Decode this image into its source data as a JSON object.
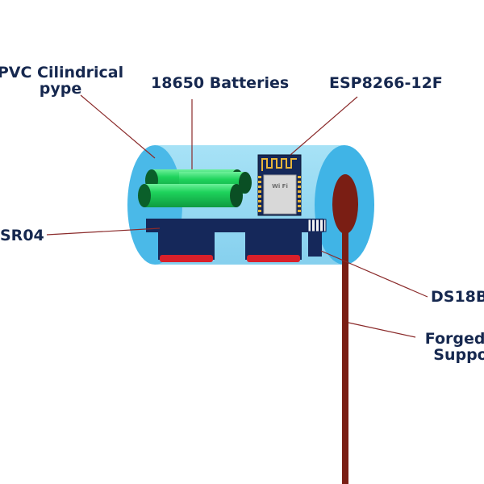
{
  "labels": {
    "pvc_line1": "PVC Cilindrical",
    "pvc_line2": "pype",
    "batteries": "18650 Batteries",
    "esp": "ESP8266-12F",
    "sensor": "SR04",
    "temp_sensor": "DS18B",
    "support_line1": "Forged I",
    "support_line2": "Suppo"
  },
  "module_marking": {
    "wifi": "Wi Fi"
  },
  "colors": {
    "label_text": "#16284f",
    "pipe_body": "#8fd6f0",
    "pipe_end": "#43b7e8",
    "battery": "#16c44e",
    "battery_dark": "#0a5f2a",
    "board": "#15285a",
    "leader_line": "#8a2a2a",
    "support_rod": "#7a1e14"
  }
}
